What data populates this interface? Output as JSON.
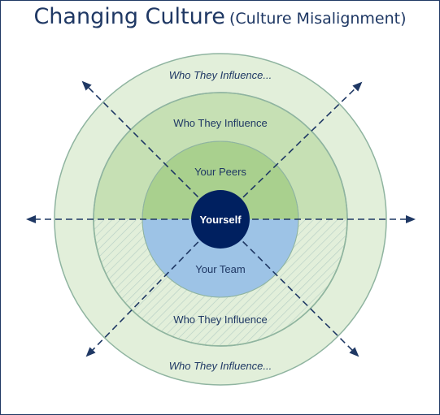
{
  "title": {
    "main": "Changing Culture",
    "sub": "(Culture Misalignment)"
  },
  "rings": {
    "outer_top_label": "Who They Influence...",
    "outer_bottom_label": "Who They Influence...",
    "middle_top_label": "Who They Influence",
    "middle_bottom_label": "Who They Influence",
    "inner_top_label": "Your Peers",
    "inner_bottom_label": "Your Team",
    "center_label": "Yourself"
  },
  "colors": {
    "outer_ring": "#e2efda",
    "middle_ring": "#c6e0b4",
    "peers": "#a9d08e",
    "team": "#9dc3e6",
    "center": "#002060",
    "arrows": "#1f3864",
    "ring_stroke": "#8fb4a0"
  }
}
